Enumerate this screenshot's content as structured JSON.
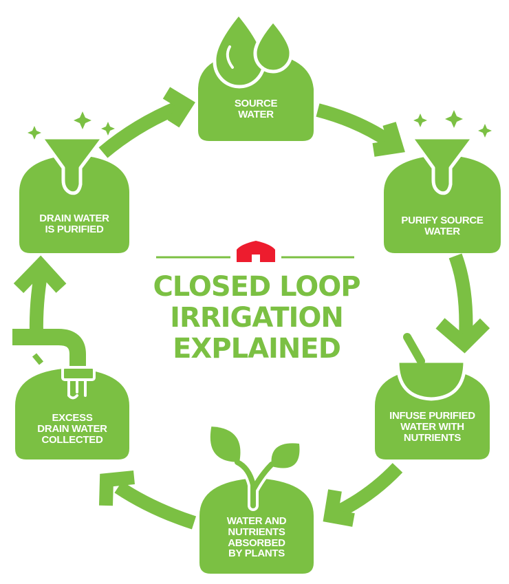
{
  "title": {
    "lines": [
      "CLOSED LOOP",
      "IRRIGATION",
      "EXPLAINED"
    ]
  },
  "colors": {
    "primary_green": "#7bc043",
    "accent_red": "#ed1c2e",
    "background": "#ffffff",
    "label_text": "#ffffff"
  },
  "logo": {
    "icon": "barn-icon"
  },
  "steps": [
    {
      "id": "source-water",
      "order": 1,
      "icon": "water-drops-icon",
      "lines": [
        "SOURCE",
        "WATER"
      ]
    },
    {
      "id": "purify-source-water",
      "order": 2,
      "icon": "funnel-sparkle-icon",
      "lines": [
        "PURIFY SOURCE",
        "WATER"
      ]
    },
    {
      "id": "infuse-nutrients",
      "order": 3,
      "icon": "mortar-pestle-icon",
      "lines": [
        "INFUSE PURIFIED",
        "WATER WITH",
        "NUTRIENTS"
      ]
    },
    {
      "id": "absorbed-by-plants",
      "order": 4,
      "icon": "sprout-icon",
      "lines": [
        "WATER AND",
        "NUTRIENTS",
        "ABSORBED",
        "BY PLANTS"
      ]
    },
    {
      "id": "excess-drain-collected",
      "order": 5,
      "icon": "drain-pipe-icon",
      "lines": [
        "EXCESS",
        "DRAIN WATER",
        "COLLECTED"
      ]
    },
    {
      "id": "drain-water-purified",
      "order": 6,
      "icon": "funnel-sparkle-icon",
      "lines": [
        "DRAIN WATER",
        "IS PURIFIED"
      ]
    }
  ],
  "flow": [
    {
      "from": "source-water",
      "to": "purify-source-water"
    },
    {
      "from": "purify-source-water",
      "to": "infuse-nutrients"
    },
    {
      "from": "infuse-nutrients",
      "to": "absorbed-by-plants"
    },
    {
      "from": "absorbed-by-plants",
      "to": "excess-drain-collected"
    },
    {
      "from": "excess-drain-collected",
      "to": "drain-water-purified"
    },
    {
      "from": "drain-water-purified",
      "to": "source-water"
    }
  ]
}
